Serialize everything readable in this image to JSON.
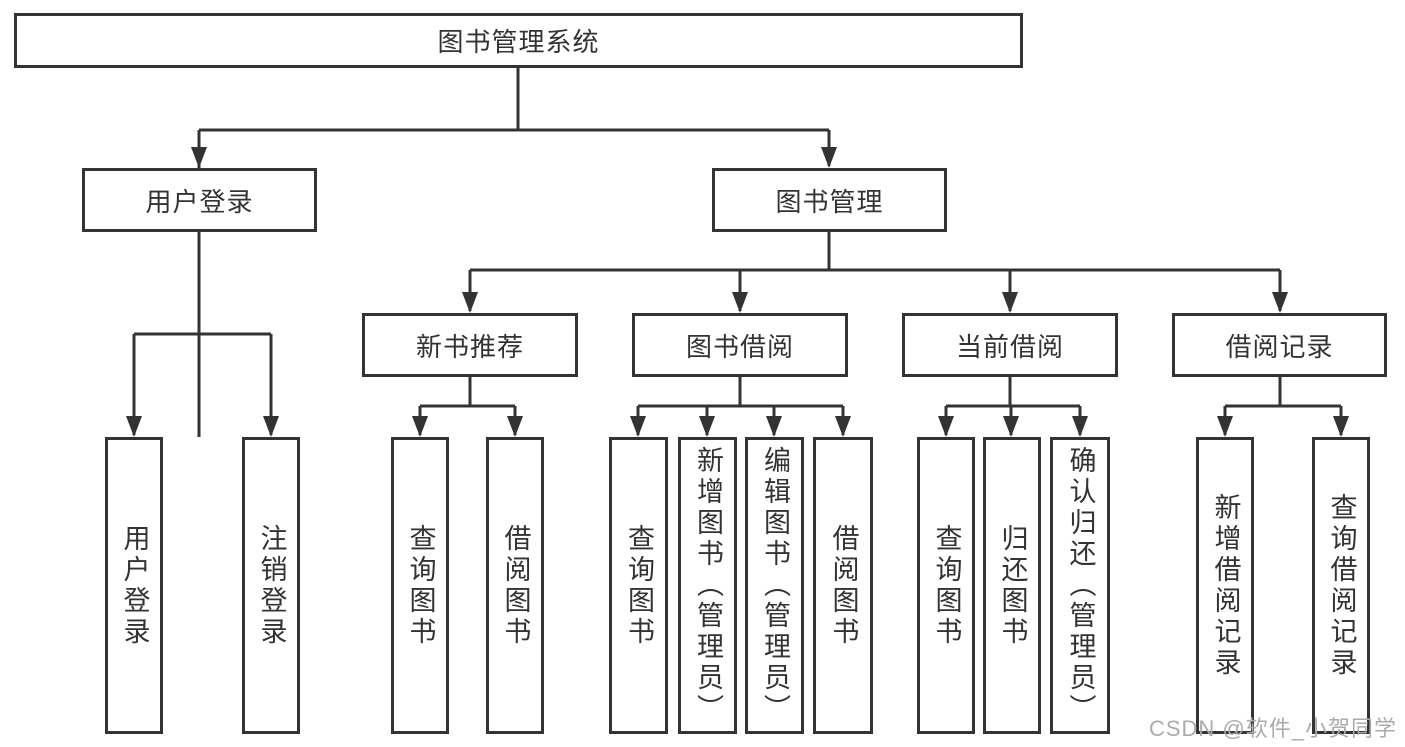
{
  "title": {
    "label": "图书管理系统"
  },
  "branches": {
    "user_login": {
      "label": "用户登录",
      "children": [
        {
          "label": "用户登录"
        },
        {
          "label": "注销登录"
        }
      ]
    },
    "book_mgmt": {
      "label": "图书管理",
      "sections": [
        {
          "label": "新书推荐",
          "children": [
            {
              "label": "查询图书"
            },
            {
              "label": "借阅图书"
            }
          ]
        },
        {
          "label": "图书借阅",
          "children": [
            {
              "label": "查询图书"
            },
            {
              "label": "新增图书（管理员）"
            },
            {
              "label": "编辑图书（管理员）"
            },
            {
              "label": "借阅图书"
            }
          ]
        },
        {
          "label": "当前借阅",
          "children": [
            {
              "label": "查询图书"
            },
            {
              "label": "归还图书"
            },
            {
              "label": "确认归还（管理员）"
            }
          ]
        },
        {
          "label": "借阅记录",
          "children": [
            {
              "label": "新增借阅记录"
            },
            {
              "label": "查询借阅记录"
            }
          ]
        }
      ]
    }
  },
  "watermark": {
    "text": "CSDN @软件_小贺同学"
  },
  "colors": {
    "line": "#333333",
    "box_border": "#333333",
    "text": "#333333",
    "watermark_text": "#ababab",
    "background": "#ffffff"
  }
}
